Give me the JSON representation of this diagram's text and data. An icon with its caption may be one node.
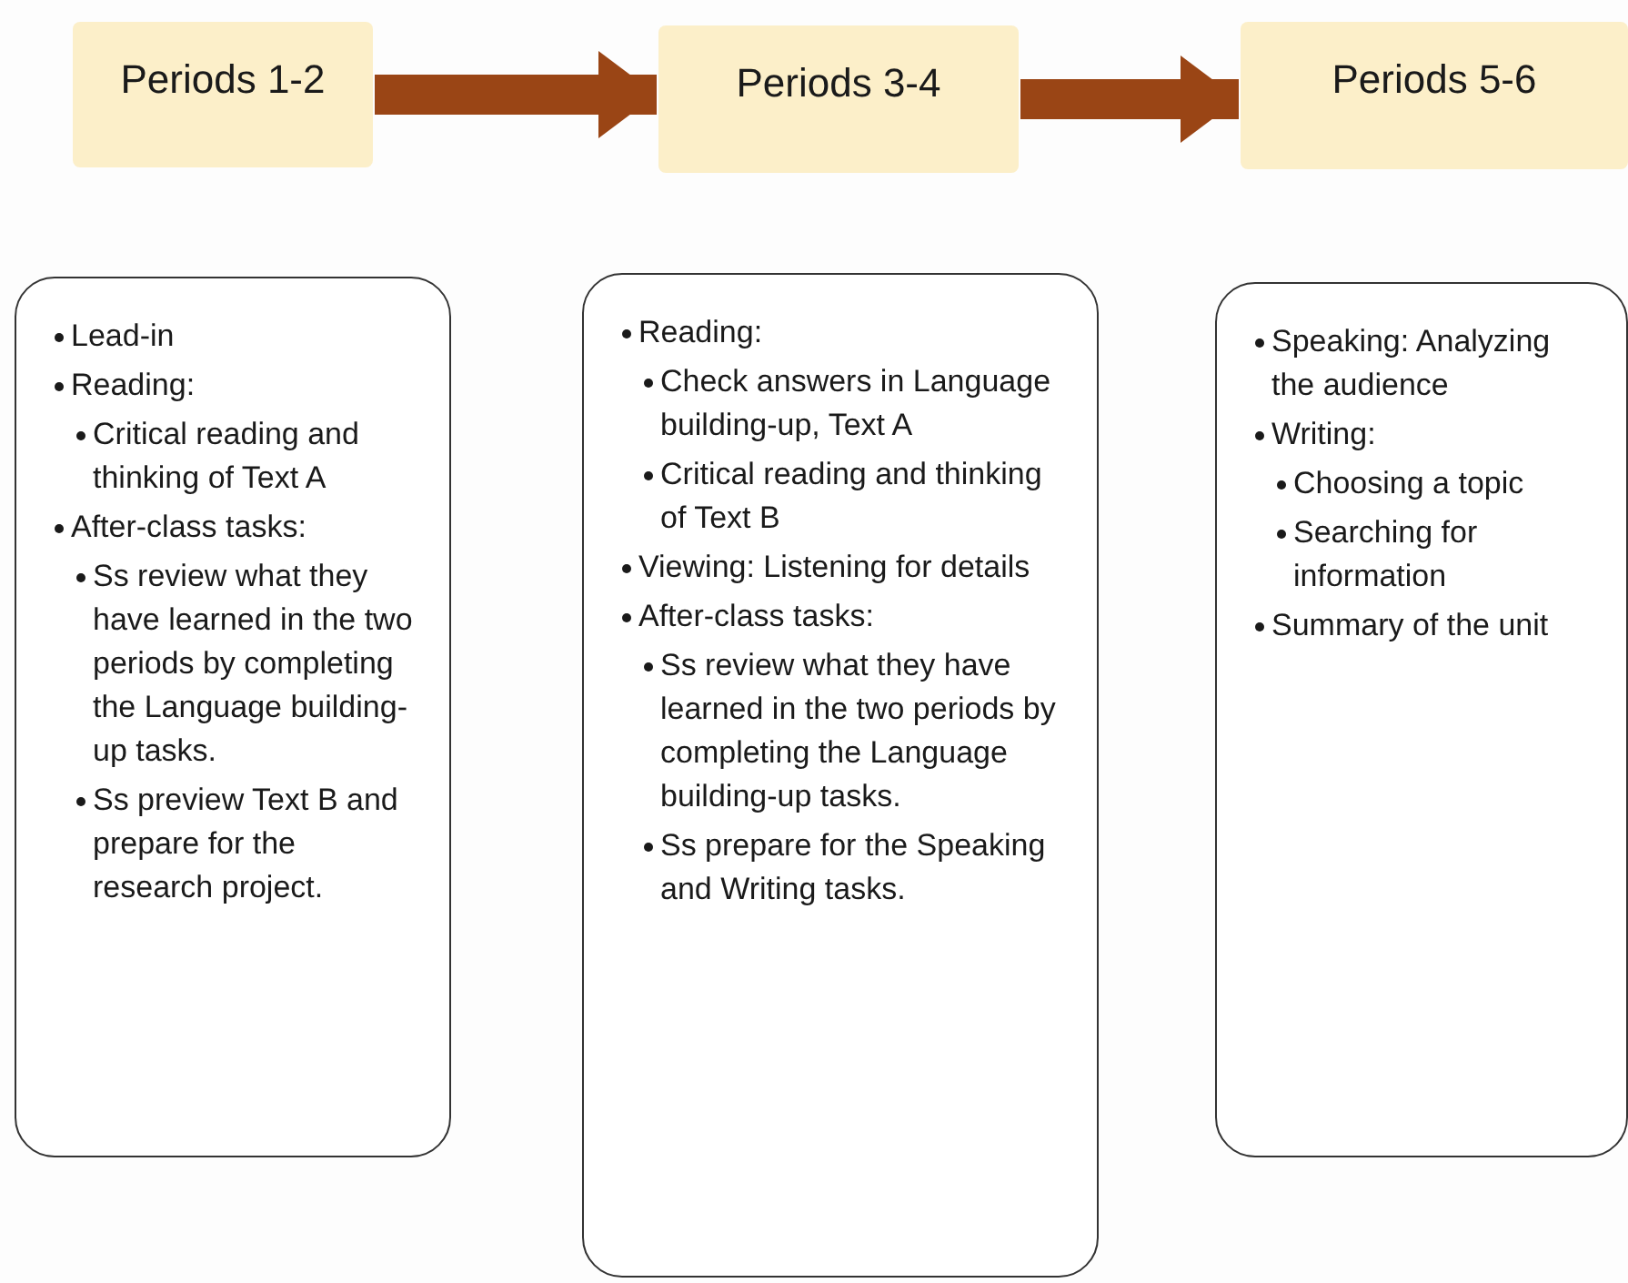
{
  "diagram": {
    "nodes": [
      {
        "text": [
          "Periods 1-2"
        ]
      },
      {
        "text": [
          "Periods 3-4"
        ]
      },
      {
        "text": [
          "Periods 5-6"
        ]
      },
      {
        "text": [
          "Lead-in",
          "Reading:",
          "Critical reading and thinking of Text A",
          "After-class tasks:",
          "Ss review what they have learned in the two periods by completing the Language building-up tasks.",
          "Ss preview Text B and prepare for the research project."
        ]
      },
      {
        "text": [
          "Reading:",
          "Check answers in Language building-up, Text A",
          "Critical reading and thinking of Text B",
          "Viewing: Listening for details",
          "After-class tasks:",
          "Ss review what they have learned in the two periods by completing the Language building-up tasks.",
          "Ss prepare for the Speaking and Writing tasks."
        ]
      },
      {
        "text": [
          "Speaking: Analyzing the audience",
          "Writing:",
          "Choosing a topic",
          "Searching for information",
          "Summary of the unit"
        ]
      }
    ],
    "edges": [
      {
        "from": 0,
        "to": 1,
        "arrow": "to"
      },
      {
        "from": 1,
        "to": 2,
        "arrow": "to"
      }
    ]
  }
}
